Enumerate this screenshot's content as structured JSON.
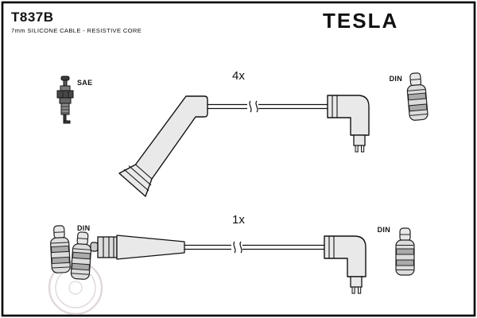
{
  "header": {
    "part_number": "T837B",
    "subtitle": "7mm SILICONE CABLE -  RESISTIVE CORE",
    "brand": "TESLA"
  },
  "top_diagram": {
    "quantity": "4x",
    "left_connector_label": "SAE",
    "right_connector_label": "DIN"
  },
  "bottom_diagram": {
    "quantity": "1x",
    "left_connector_label": "DIN",
    "right_connector_label": "DIN"
  },
  "colors": {
    "background": "#ffffff",
    "line": "#1a1a1a",
    "boot_fill": "#e9e9e9",
    "connector_fill": "#dcdcdc",
    "band_fill": "#aaaaaa",
    "watermark": "#bfb2b2"
  }
}
